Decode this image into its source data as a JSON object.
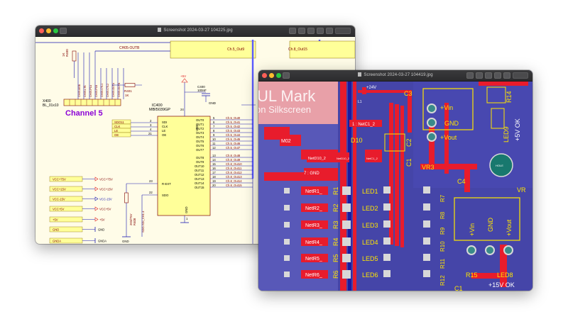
{
  "schematic_window": {
    "title": "Screenshot 2024-03-27 104225.jpg",
    "top_labels": {
      "ch05": "CH05-OUTB",
      "ch5_out9": "Ch.5_Out9",
      "ch8_out15": "Ch.8_Out15"
    },
    "resistors": [
      {
        "ref": "R400",
        "value": "1K"
      },
      {
        "ref": "R401",
        "value": "1K"
      },
      {
        "ref": "R408",
        "value": "2K8/75V"
      }
    ],
    "connector": {
      "ref": "X400",
      "value": "BL_01x10"
    },
    "vertical_nets": [
      "CH05-MSB",
      "CH05-LTB",
      "CH05-P1A",
      "CH05-P1B",
      "CH05-CTL1",
      "CH05-CTL2",
      "CH05-OUTA",
      "CH05-OUTB"
    ],
    "channel_title": "Channel 5",
    "ic": {
      "ref": "IC400",
      "part": "MBI5039GP"
    },
    "supply": {
      "plus5": "+5V",
      "cap_ref": "C400",
      "cap_val": "100nF",
      "gnd": "GND"
    },
    "left_pins": [
      {
        "net": "SDO11",
        "num": "2",
        "name": "SDI"
      },
      {
        "net": "CLK",
        "num": "3",
        "name": "CLK"
      },
      {
        "net": "LE",
        "num": "4",
        "name": "LE"
      },
      {
        "net": "OE",
        "num": "21",
        "name": "OE"
      }
    ],
    "vdd_pin": {
      "num": "24",
      "name": "VDD"
    },
    "rext": {
      "num": "23",
      "name": "R-EXT"
    },
    "sdo": {
      "num": "22",
      "name": "SDO"
    },
    "gnd_pin": {
      "num": "1",
      "name": "GND"
    },
    "out_pins": [
      {
        "name": "OUT0",
        "num": "5",
        "net": "Ch.5_Out0"
      },
      {
        "name": "OUT1",
        "num": "6",
        "net": "Ch.5_Out1"
      },
      {
        "name": "OUT2",
        "num": "7",
        "net": "Ch.5_Out2"
      },
      {
        "name": "OUT3",
        "num": "8",
        "net": "Ch.5_Out3"
      },
      {
        "name": "OUT4",
        "num": "9",
        "net": "Ch.5_Out4"
      },
      {
        "name": "OUT5",
        "num": "10",
        "net": "Ch.5_Out5"
      },
      {
        "name": "OUT6",
        "num": "11",
        "net": "Ch.5_Out6"
      },
      {
        "name": "OUT7",
        "num": "12",
        "net": "Ch.5_Out7"
      },
      {
        "name": "OUT8",
        "num": "13",
        "net": "Ch.8_Out8"
      },
      {
        "name": "OUT9",
        "num": "14",
        "net": "Ch.8_Out9"
      },
      {
        "name": "OUT10",
        "num": "15",
        "net": "Ch.8_Out10"
      },
      {
        "name": "OUT11",
        "num": "16",
        "net": "Ch.8_Out11"
      },
      {
        "name": "OUT12",
        "num": "17",
        "net": "Ch.8_Out12"
      },
      {
        "name": "OUT13",
        "num": "18",
        "net": "Ch.8_Out13"
      },
      {
        "name": "OUT14",
        "num": "19",
        "net": "Ch.8_Out14"
      },
      {
        "name": "OUT15",
        "num": "20",
        "net": "Ch.8_Out15"
      }
    ],
    "sdo_net": "SDO-SDI_CH1-4",
    "power_map": [
      {
        "left": "VCC+75V",
        "right": "VCC+75V"
      },
      {
        "left": "VCC+15V",
        "right": "VCC+15V"
      },
      {
        "left": "VCC-15V",
        "right": "VCC-15V"
      },
      {
        "left": "VCC+5V",
        "right": "VCC+5V"
      },
      {
        "left": "+5V",
        "right": "+5V"
      },
      {
        "left": "GND",
        "right": "GND"
      },
      {
        "left": "GNDA",
        "right": "GNDA"
      }
    ],
    "bottom_gnd": "GND"
  },
  "pcb_window": {
    "title": "Screenshot 2024-03-27 104419.jpg",
    "silk_mark": "UL Mark",
    "silk_sub": "on Silkscreen",
    "labels": {
      "v24": "+24V",
      "c3": "C3",
      "l1": "L1",
      "netc1": "1 : NetC1_2",
      "m02": "M02",
      "d10": "D10",
      "netd10_a": "NetD10_2",
      "netd10_b": "NetD10_2",
      "netc1_b": "NetC1_2",
      "c1": "C1",
      "c2": "C2",
      "vr3": "VR3",
      "gnd7": "7 : GND",
      "vin": "+Vin",
      "gnd": "GND",
      "vout": "+Vout",
      "r14": "R14",
      "led9": "LED9",
      "ok5": "+5V OK",
      "c4": "C4",
      "vr": "VR",
      "vin2": "+Vin",
      "gnd2": "GND",
      "vout2": "+Vout",
      "r15": "R15",
      "led8": "LED8",
      "ok15": "+15V OK",
      "c_bot": "C1",
      "r_mid": [
        "R7",
        "R8",
        "R9",
        "R10",
        "R11",
        "R12"
      ],
      "hole": "HOLE"
    },
    "rows": [
      {
        "net": "NetR1_",
        "r": "R1",
        "led": "LED1"
      },
      {
        "net": "NetR2_",
        "r": "R2",
        "led": "LED2"
      },
      {
        "net": "NetR3_",
        "r": "R3",
        "led": "LED3"
      },
      {
        "net": "NetR4_",
        "r": "R4",
        "led": "LED4"
      },
      {
        "net": "NetR5_",
        "r": "R5",
        "led": "LED5"
      },
      {
        "net": "NetR6_",
        "r": "R6",
        "led": "LED6"
      }
    ]
  },
  "colors": {
    "sch_bg": "#fffce8",
    "sch_wire": "#1a1ab0",
    "sch_bus": "#5a5aff",
    "sch_text": "#800000",
    "net_label_fill": "#ffff99",
    "channel": "#8b00d6",
    "pcb_bg": "#4545a8",
    "copper_red": "#e81c2c",
    "silk_yellow": "#ffe600",
    "pad": "#d8d8d8",
    "drill": "#3a8a8a"
  }
}
